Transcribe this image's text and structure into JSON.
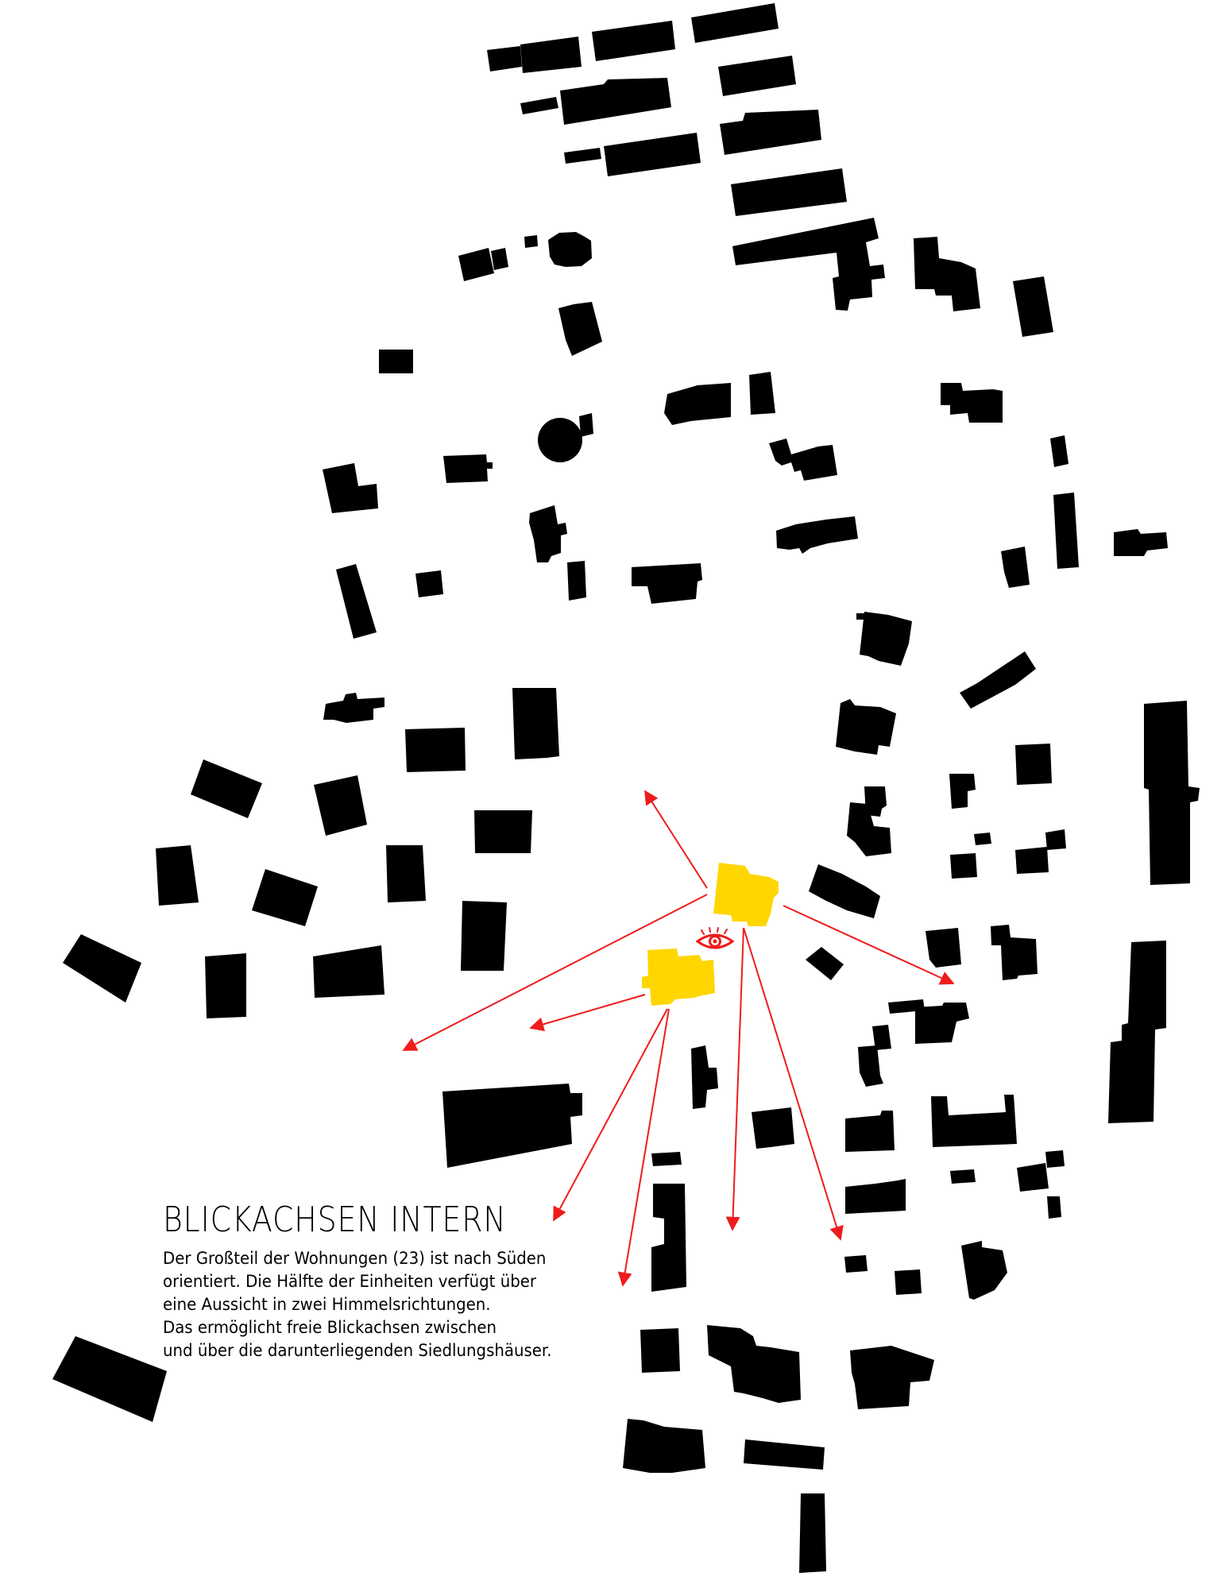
{
  "title": "BLICKACHSEN INTERN",
  "description": [
    "Der Großteil der Wohnungen (23) ist nach Süden",
    "orientiert. Die Hälfte der Einheiten verfügt über",
    "eine Aussicht in zwei Himmelsrichtungen.",
    "Das ermöglicht freie Blickachsen zwischen",
    "und über die darunterliegenden Siedlungshäuser."
  ],
  "colors": {
    "buildings": "#000000",
    "new_buildings": "#ffd600",
    "view_axes": "#ee1c1c",
    "background": "#ffffff"
  },
  "icons": {
    "viewpoint": "eye-icon"
  }
}
